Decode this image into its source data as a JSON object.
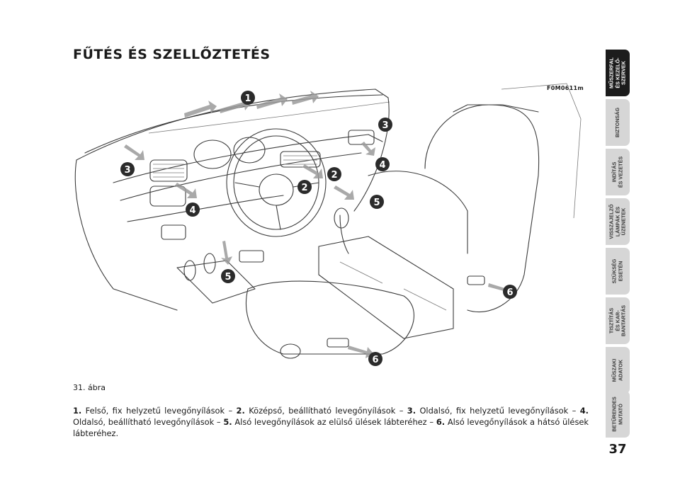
{
  "page": {
    "title": "FŰTÉS ÉS SZELLŐZTETÉS",
    "figure_code": "F0M0611m",
    "figure_caption": "31. ábra",
    "page_number": "37"
  },
  "legend": [
    {
      "num": "1.",
      "text": " Felső, fix helyzetű levegőnyílások – "
    },
    {
      "num": "2.",
      "text": " Középső, beállítható levegőnyílások – "
    },
    {
      "num": "3.",
      "text": " Oldalsó, fix helyzetű levegőnyílások – "
    },
    {
      "num": "4.",
      "text": " Oldalsó, beállítható levegőnyílások – "
    },
    {
      "num": "5.",
      "text": " Alsó levegőnyílások az elülső ülések lábteréhez – "
    },
    {
      "num": "6.",
      "text": " Alsó levegőnyílások a hátsó ülések lábteréhez."
    }
  ],
  "side_tabs": [
    {
      "label": "MŰSZERFAL\nÉS KEZELŐ-\nSZERVEK",
      "active": true
    },
    {
      "label": "BIZTONSÁG",
      "active": false
    },
    {
      "label": "INDÍTÁS\nÉS VEZETÉS",
      "active": false
    },
    {
      "label": "VISSZAJELZŐ\nLÁMPÁK ÉS\nÜZENETEK",
      "active": false
    },
    {
      "label": "SZÜKSÉG\nESETÉN",
      "active": false
    },
    {
      "label": "TISZTÍTÁS\nÉS KAR-\nBANTARTÁS",
      "active": false
    },
    {
      "label": "MŰSZAKI\nADATOK",
      "active": false
    },
    {
      "label": "BETŰRENDES\nMUTATÓ",
      "active": false
    }
  ],
  "markers": [
    "1",
    "2",
    "2",
    "3",
    "3",
    "4",
    "4",
    "5",
    "5",
    "6",
    "6"
  ],
  "colors": {
    "tab_active": "#1c1c1c",
    "tab_inactive": "#d6d6d6",
    "marker": "#2b2b2b"
  }
}
